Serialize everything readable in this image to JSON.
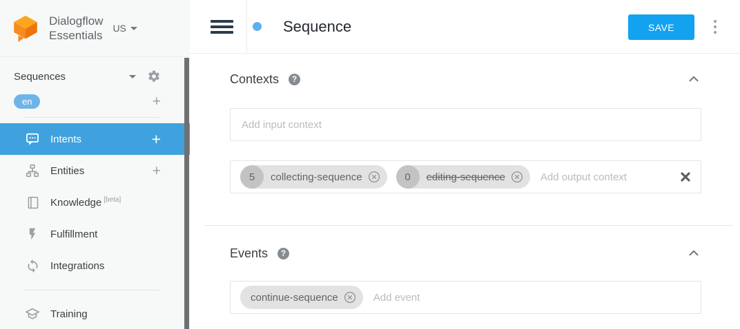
{
  "brand": {
    "name_line1": "Dialogflow",
    "name_line2": "Essentials",
    "region": "US"
  },
  "sidebar": {
    "agent_name": "Sequences",
    "language": "en",
    "items": [
      {
        "label": "Intents"
      },
      {
        "label": "Entities"
      },
      {
        "label": "Knowledge",
        "badge": "[beta]"
      },
      {
        "label": "Fulfillment"
      },
      {
        "label": "Integrations"
      },
      {
        "label": "Training"
      }
    ]
  },
  "header": {
    "title": "Sequence",
    "save_button": "SAVE"
  },
  "sections": {
    "contexts": {
      "title": "Contexts",
      "input_context_placeholder": "Add input context",
      "output_context_placeholder": "Add output context",
      "output_contexts": [
        {
          "lifespan": "5",
          "name": "collecting-sequence",
          "removed": false
        },
        {
          "lifespan": "0",
          "name": "editing-sequence",
          "removed": true
        }
      ]
    },
    "events": {
      "title": "Events",
      "event_placeholder": "Add event",
      "events": [
        {
          "name": "continue-sequence"
        }
      ]
    }
  },
  "glyphs": {
    "plus": "+",
    "question_mark": "?"
  },
  "colors": {
    "save_button_blue": "#12a2ef",
    "selected_nav_blue": "#3fa2df",
    "language_badge_blue": "#6fb4e8",
    "status_dot_blue": "#5fb0ea",
    "brand_orange": "#F6821F",
    "chip_gray": "#e2e2e2"
  }
}
